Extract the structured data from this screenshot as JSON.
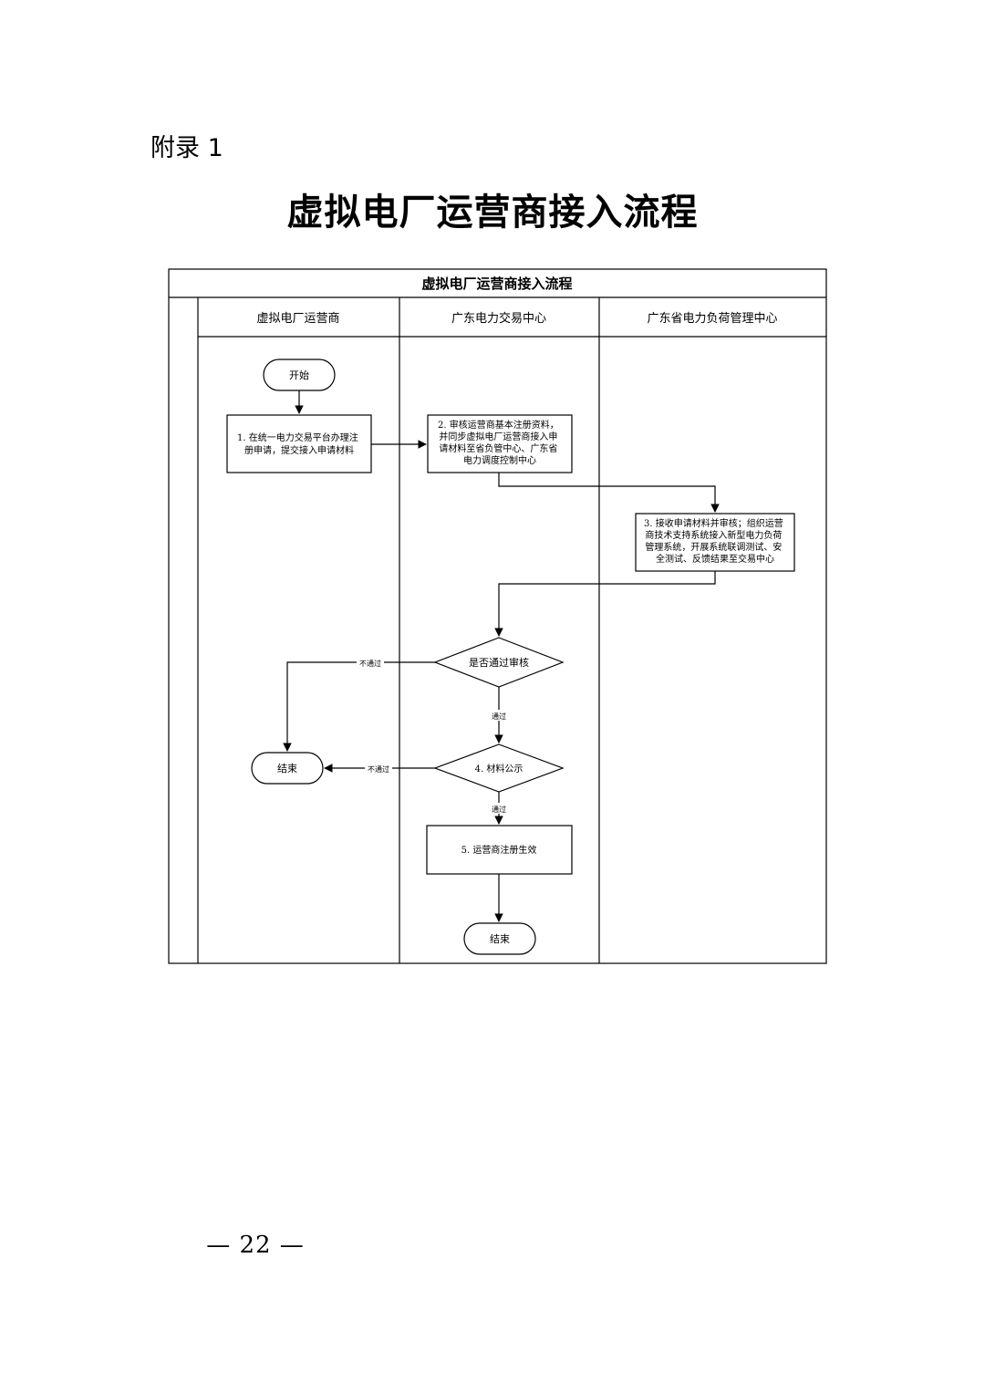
{
  "appendix_label": "附录 1",
  "main_title": "虚拟电厂运营商接入流程",
  "diagram": {
    "header": "虚拟电厂运营商接入流程",
    "lanes": [
      "虚拟电厂运营商",
      "广东电力交易中心",
      "广东省电力负荷管理中心"
    ],
    "nodes": {
      "start": "开始",
      "step1": [
        "1. 在统一电力交易平台办理注",
        "册申请，提交接入申请材料"
      ],
      "step2": [
        "2. 审核运营商基本注册资料，",
        "并同步虚拟电厂运营商接入申",
        "请材料至省负管中心、广东省",
        "电力调度控制中心"
      ],
      "step3": [
        "3. 接收申请材料并审核；组织运营",
        "商技术支持系统接入新型电力负荷",
        "管理系统，开展系统联调测试、安",
        "全测试、反馈结果至交易中心"
      ],
      "decision1": "是否通过审核",
      "step4": "4. 材料公示",
      "step5": "5. 运营商注册生效",
      "end_left": "结束",
      "end_bottom": "结束"
    },
    "edge_labels": {
      "fail": "不通过",
      "pass": "通过"
    }
  },
  "page_number": "— 22 —"
}
